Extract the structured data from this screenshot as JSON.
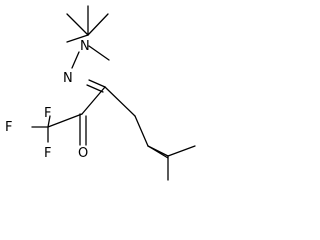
{
  "molecule": {
    "atoms": {
      "n_methyl": "N",
      "n_imine": "N",
      "f_top": "F",
      "f_left": "F",
      "f_bottom": "F",
      "o_ketone": "O"
    }
  }
}
